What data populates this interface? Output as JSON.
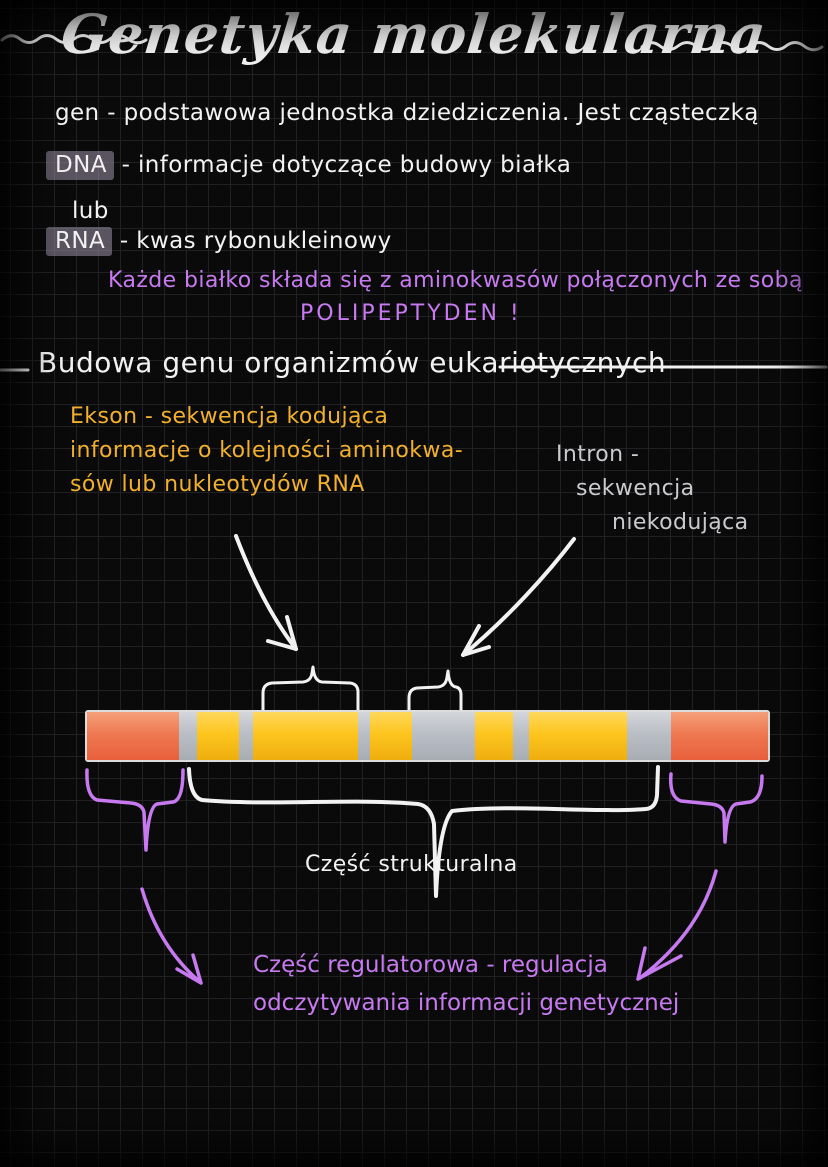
{
  "page": {
    "title": "Genetyka molekularna"
  },
  "colors": {
    "ink": "#f2f2f2",
    "purple": "#c77af0",
    "yellow": "#f2b02c",
    "gray": "#c9c9ce",
    "highlight": "#9b92a6"
  },
  "definitions": {
    "gen_line": "gen - podstawowa jednostka dziedziczenia. Jest cząsteczką",
    "dna_term": "DNA",
    "dna_def": "- informacje dotyczące budowy białka",
    "or_word": "lub",
    "rna_term": "RNA",
    "rna_def": "- kwas rybonukleinowy",
    "protein_line1": "Każde białko składa się z aminokwasów połączonych ze sobą",
    "protein_line2": "POLIPEPTYDEN !"
  },
  "section": {
    "heading": "Budowa genu organizmów eukariotycznych"
  },
  "exon_note": {
    "line1": "Ekson - sekwencja kodująca",
    "line2": "informacje o kolejności aminokwa-",
    "line3": "sów lub nukleotydów RNA"
  },
  "intron_note": {
    "line1": "Intron -",
    "line2": "sekwencja",
    "line3": "niekodująca"
  },
  "gene_bar": {
    "segments": [
      {
        "type": "regulatory",
        "w": 93
      },
      {
        "type": "intron",
        "w": 18
      },
      {
        "type": "exon",
        "w": 42
      },
      {
        "type": "intron",
        "w": 14
      },
      {
        "type": "exon",
        "w": 106
      },
      {
        "type": "intron",
        "w": 12
      },
      {
        "type": "exon",
        "w": 42
      },
      {
        "type": "intron",
        "w": 63
      },
      {
        "type": "exon",
        "w": 39
      },
      {
        "type": "intron",
        "w": 16
      },
      {
        "type": "exon",
        "w": 98
      },
      {
        "type": "intron",
        "w": 44
      },
      {
        "type": "regulatory",
        "w": 98
      }
    ],
    "colors": {
      "exon": {
        "top": "#fed85c",
        "mid": "#fdc51e",
        "bottom": "#efae0e"
      },
      "intron": {
        "top": "#d3d6da",
        "mid": "#babec5",
        "bottom": "#a8acb3"
      },
      "regulatory": {
        "top": "#f5a07a",
        "mid": "#ef7952",
        "bottom": "#e8603c"
      }
    }
  },
  "labels": {
    "structural": "Część strukturalna",
    "regulatory_line1": "Część regulatorowa - regulacja",
    "regulatory_line2": "odczytywania informacji genetycznej"
  }
}
